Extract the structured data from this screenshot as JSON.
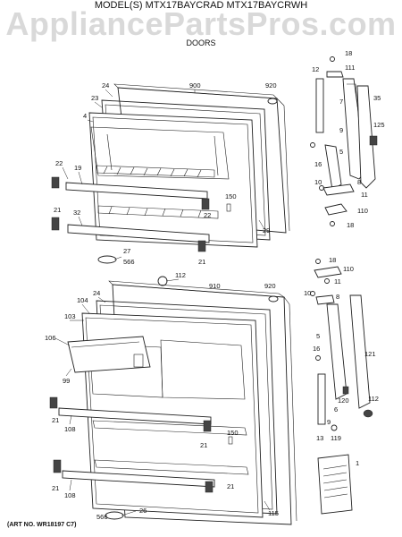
{
  "watermark": "AppliancePartsPros.com",
  "header": {
    "models": "MODEL(S) MTX17BAYCRAD  MTX17BAYCRWH",
    "section": "DOORS"
  },
  "footer": {
    "art_no": "(ART NO. WR18197 C7)"
  },
  "callouts": {
    "top_door": [
      "900",
      "920",
      "24",
      "23",
      "4",
      "22",
      "19",
      "21",
      "32",
      "27",
      "566",
      "150",
      "22",
      "21",
      "29"
    ],
    "top_hardware": [
      "18",
      "12",
      "111",
      "7",
      "35",
      "9",
      "125",
      "16",
      "5",
      "10",
      "8",
      "11",
      "110",
      "18"
    ],
    "bottom_door": [
      "112",
      "910",
      "920",
      "24",
      "104",
      "103",
      "106",
      "99",
      "21",
      "108",
      "21",
      "150",
      "21",
      "21",
      "108",
      "566",
      "26",
      "115"
    ],
    "bottom_hardware": [
      "18",
      "110",
      "11",
      "10",
      "8",
      "5",
      "16",
      "121",
      "120",
      "13",
      "119",
      "9",
      "6",
      "112",
      "1"
    ]
  }
}
